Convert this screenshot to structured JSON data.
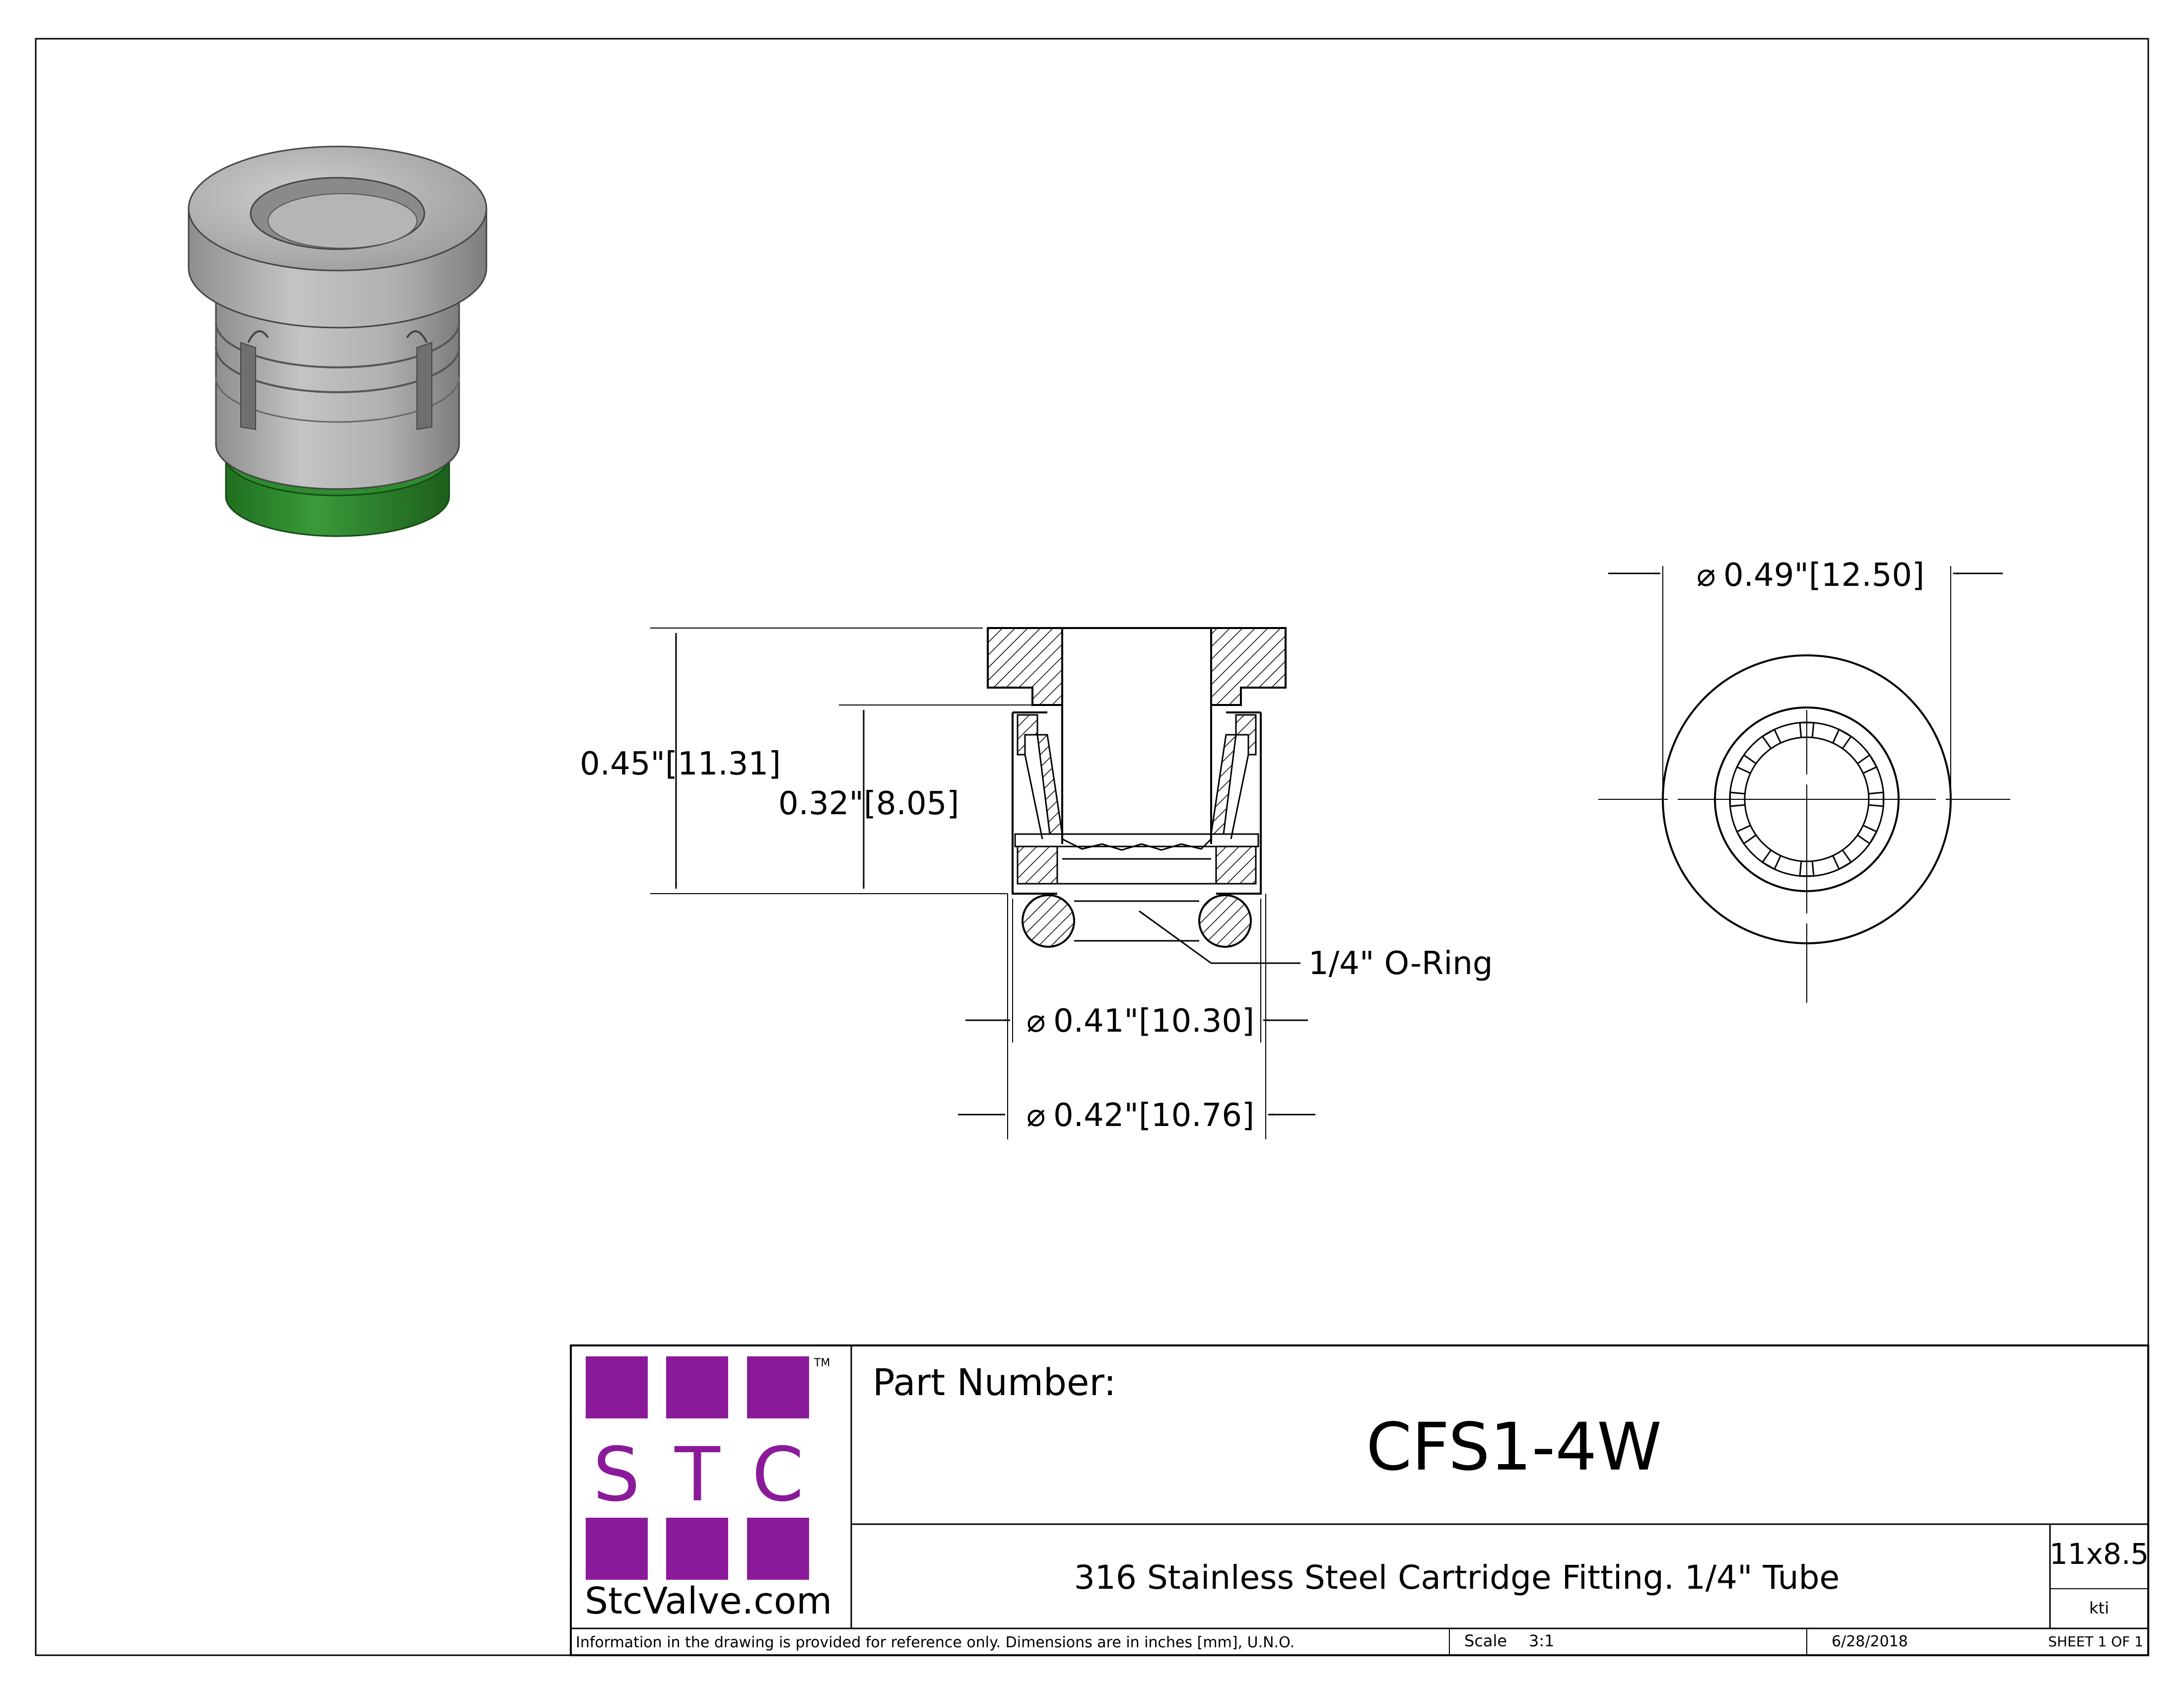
{
  "dimensions": {
    "overall_height": "0.45\"[11.31]",
    "bore_depth": "0.32\"[8.05]",
    "outer_diameter": "0.49\"[12.50]",
    "diameter_a": "0.41\"[10.30]",
    "diameter_b": "0.42\"[10.76]"
  },
  "callouts": {
    "oring": "1/4\" O-Ring"
  },
  "logo": {
    "letters": [
      "S",
      "T",
      "C"
    ],
    "trademark": "TM",
    "website": "StcValve.com",
    "purple": "#8b1a9a"
  },
  "title_block": {
    "part_number_label": "Part Number:",
    "part_number": "CFS1-4W",
    "description": "316 Stainless Steel Cartridge Fitting. 1/4\" Tube",
    "size": "11x8.5",
    "initials": "kti",
    "note": "Information in the drawing is provided for reference only. Dimensions are in inches [mm], U.N.O.",
    "scale_label": "Scale",
    "scale": "3:1",
    "date": "6/28/2018",
    "sheet": "SHEET 1 OF 1"
  },
  "colors": {
    "metal": "#b9b9b9",
    "oring_green": "#2e8b2e"
  }
}
